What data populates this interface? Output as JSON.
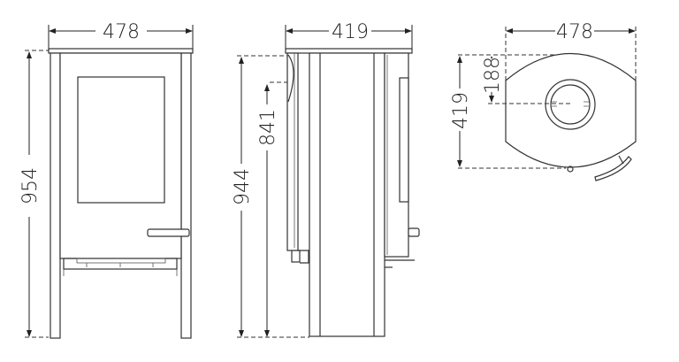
{
  "front_view": {
    "width_label": "478",
    "height_label": "954"
  },
  "side_view": {
    "depth_label": "419",
    "total_height_label": "944",
    "outlet_height_label": "841"
  },
  "top_view": {
    "width_label": "478",
    "depth_label": "419",
    "flue_offset_label": "188"
  },
  "colors": {
    "line": "#333333",
    "background": "#ffffff"
  }
}
